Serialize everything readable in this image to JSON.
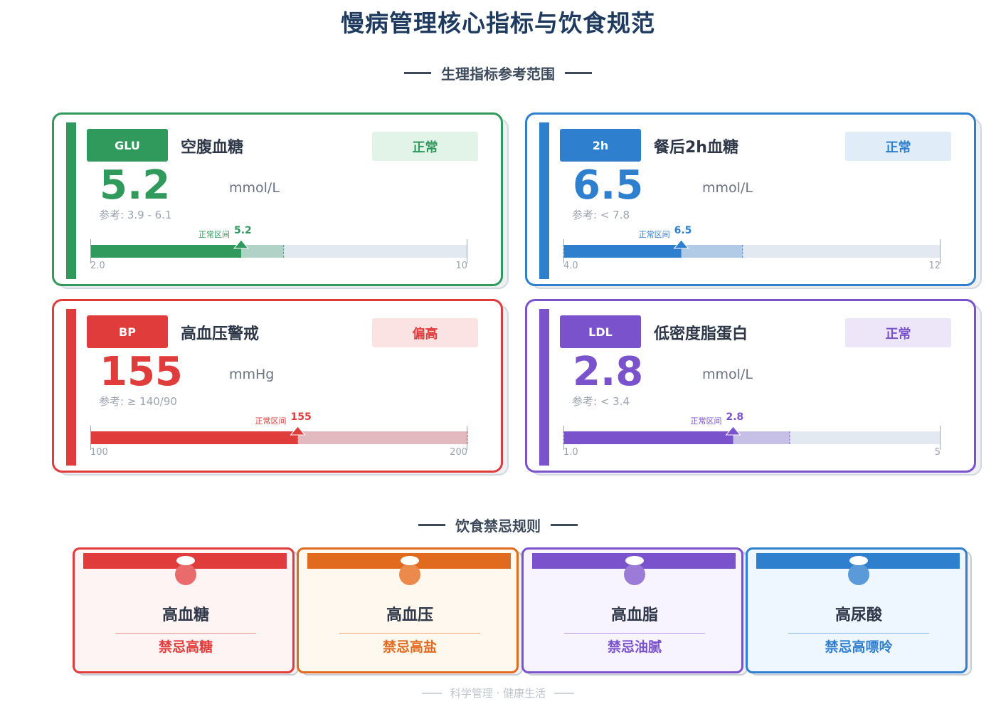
{
  "title": "慢病管理核心指标与饮食规范",
  "section_indicators": "生理指标参考范围",
  "section_diet": "饮食禁忌规则",
  "footer": "科学管理 · 健康生活",
  "indicators": [
    {
      "tag": "GLU",
      "name": "空腹血糖",
      "status": "正常",
      "value": "5.2",
      "unit": "mmol/L",
      "ref": "参考: 3.9 - 6.1",
      "normal_label": "正常区间",
      "marker_label": "5.2",
      "min_label": "2.0",
      "max_label": "10",
      "gauge": {
        "min": 2.0,
        "max": 10,
        "value": 5.2,
        "normal_from": 3.9,
        "normal_to": 6.1
      },
      "color": "#2f9a5c",
      "status_bg": "#e2f3e8"
    },
    {
      "tag": "2h",
      "name": "餐后2h血糖",
      "status": "正常",
      "value": "6.5",
      "unit": "mmol/L",
      "ref": "参考: < 7.8",
      "normal_label": "正常区间",
      "marker_label": "6.5",
      "min_label": "4.0",
      "max_label": "12",
      "gauge": {
        "min": 4.0,
        "max": 12,
        "value": 6.5,
        "normal_from": 4.0,
        "normal_to": 7.8
      },
      "color": "#2f7fcf",
      "status_bg": "#e0ecf8"
    },
    {
      "tag": "BP",
      "name": "高血压警戒",
      "status": "偏高",
      "value": "155",
      "unit": "mmHg",
      "ref": "参考: ≥ 140/90",
      "normal_label": "正常区间",
      "marker_label": "155",
      "min_label": "100",
      "max_label": "200",
      "gauge": {
        "min": 100,
        "max": 200,
        "value": 155,
        "normal_from": 155,
        "normal_to": 200
      },
      "color": "#e03c3c",
      "status_bg": "#fbe3e3"
    },
    {
      "tag": "LDL",
      "name": "低密度脂蛋白",
      "status": "正常",
      "value": "2.8",
      "unit": "mmol/L",
      "ref": "参考: < 3.4",
      "normal_label": "正常区间",
      "marker_label": "2.8",
      "min_label": "1.0",
      "max_label": "5",
      "gauge": {
        "min": 1.0,
        "max": 5,
        "value": 2.8,
        "normal_from": 1.0,
        "normal_to": 3.4
      },
      "color": "#7a52cc",
      "status_bg": "#ece6f8"
    }
  ],
  "diet": [
    {
      "condition": "高血糖",
      "rule": "禁忌高糖",
      "color": "#e03c3c",
      "bg": "#fff4f4",
      "pin": "#ea6b6b"
    },
    {
      "condition": "高血压",
      "rule": "禁忌高盐",
      "color": "#e06b1f",
      "bg": "#fff8ee",
      "pin": "#ec8a4e"
    },
    {
      "condition": "高血脂",
      "rule": "禁忌油腻",
      "color": "#7a52cc",
      "bg": "#f8f4ff",
      "pin": "#9b7ad8"
    },
    {
      "condition": "高尿酸",
      "rule": "禁忌高嘌呤",
      "color": "#2f7fcf",
      "bg": "#eef6ff",
      "pin": "#5a9ad8"
    }
  ]
}
